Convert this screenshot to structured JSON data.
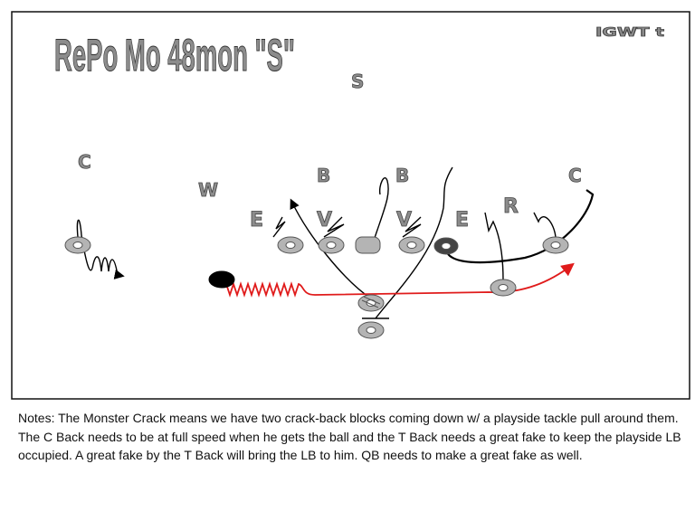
{
  "play": {
    "title": "RePo Mo 48mon \"S\"",
    "tag": "IGWT t"
  },
  "defense": [
    {
      "id": "S",
      "label": "S"
    },
    {
      "id": "C-left",
      "label": "C"
    },
    {
      "id": "W",
      "label": "W"
    },
    {
      "id": "B-left",
      "label": "B"
    },
    {
      "id": "B-right",
      "label": "B"
    },
    {
      "id": "C-right",
      "label": "C"
    },
    {
      "id": "E-left",
      "label": "E"
    },
    {
      "id": "V-left",
      "label": "V"
    },
    {
      "id": "V-right",
      "label": "V"
    },
    {
      "id": "E-right",
      "label": "E"
    },
    {
      "id": "R",
      "label": "R"
    }
  ],
  "colors": {
    "player_fill": "#b4b4b4",
    "route": "#000000",
    "ball_route": "#e01b1b",
    "label_fill": "#8c8c8c"
  },
  "notes": "Notes: The Monster Crack means we have two crack-back blocks coming down w/ a playside tackle pull around them.  The C Back needs to be at full speed when he gets the ball and the T Back needs a great fake to keep the playside LB occupied.  A great fake by the T Back will bring the LB to him.  QB needs to make a great fake as well."
}
